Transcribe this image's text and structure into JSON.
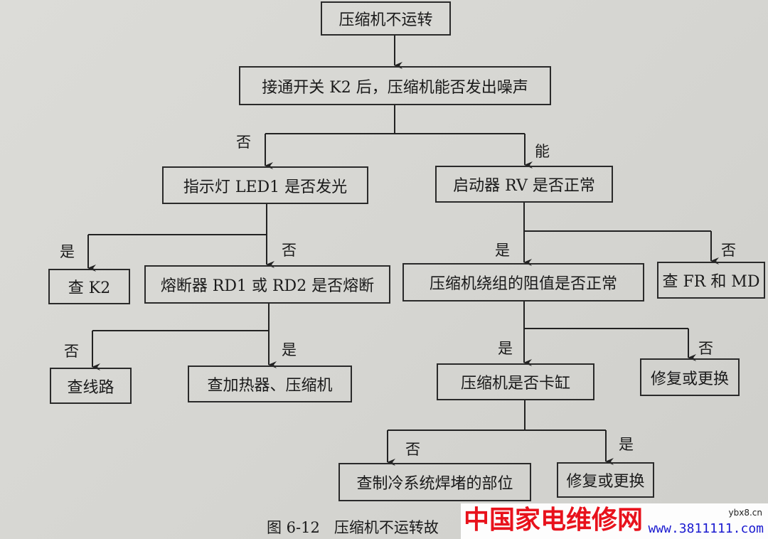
{
  "nodes": {
    "start": "压缩机不运转",
    "k2_noise": "接通开关 K2 后，压缩机能否发出噪声",
    "led1": "指示灯 LED1 是否发光",
    "rv": "启动器 RV 是否正常",
    "check_k2": "查 K2",
    "fuse": "熔断器 RD1 或 RD2 是否熔断",
    "winding": "压缩机绕组的阻值是否正常",
    "check_fr_md": "查 FR 和 MD",
    "check_wiring": "查线路",
    "check_heater": "查加热器、压缩机",
    "stuck": "压缩机是否卡缸",
    "repair1": "修复或更换",
    "check_refrig": "查制冷系统焊堵的部位",
    "repair2": "修复或更换"
  },
  "edge_labels": {
    "no1": "否",
    "can": "能",
    "yes1": "是",
    "no2": "否",
    "yes2": "是",
    "no3": "否",
    "no4": "否",
    "yes3": "是",
    "yes4": "是",
    "no5": "否",
    "no6": "否",
    "yes5": "是"
  },
  "caption": {
    "number": "图 6-12",
    "text": "压缩机不运转故"
  },
  "watermark": {
    "name": "中国家电维修网",
    "url": "www.3811111.com",
    "small": "ybx8.cn"
  },
  "colors": {
    "watermark_red": "#e8121c",
    "watermark_blue": "#1a1ad0"
  }
}
